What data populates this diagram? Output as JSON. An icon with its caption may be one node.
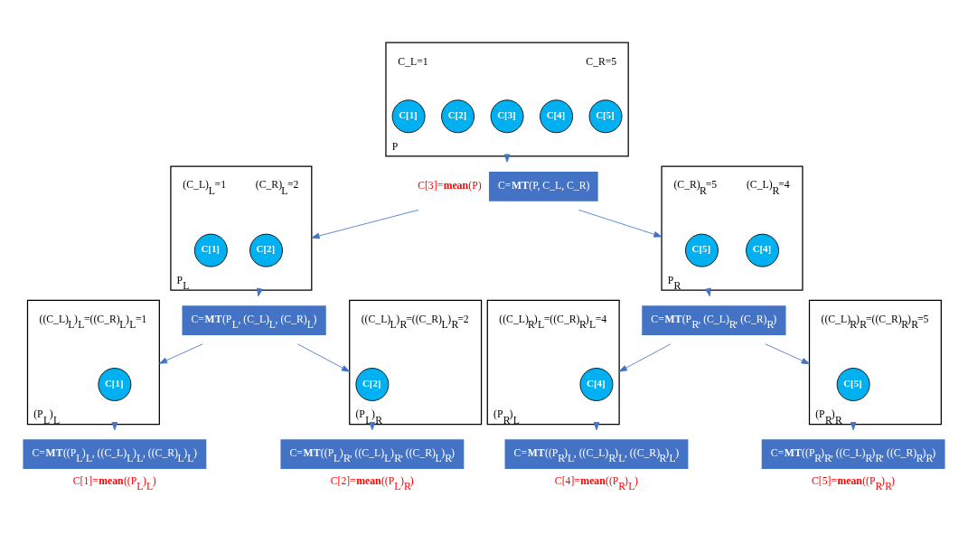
{
  "diagram": {
    "nodes": [
      {
        "text": [
          "P"
        ]
      },
      {
        "text": [
          "C[1]"
        ],
        "in": 0,
        "beside": [
          "C_L=1"
        ]
      },
      {
        "text": [
          "C[2]"
        ],
        "in": 0
      },
      {
        "text": [
          "C[3]"
        ],
        "in": 0
      },
      {
        "text": [
          "C[4]"
        ],
        "in": 0
      },
      {
        "text": [
          "C[5]"
        ],
        "in": 0,
        "beside": [
          "C_R=5"
        ]
      },
      {
        "text": [
          "C=**MT**(P, C_L, C_R)"
        ],
        "beside": [
          "C[3]=**mean**(P)"
        ]
      },
      {
        "text": [
          "P$_{L}$"
        ]
      },
      {
        "text": [
          "C[1]"
        ],
        "in": 7,
        "beside": [
          "(C_L)$_{L}$=1"
        ]
      },
      {
        "text": [
          "C[2]"
        ],
        "in": 7,
        "beside": [
          "(C_R)$_{L}$=2"
        ]
      },
      {
        "text": [
          "P$_{R}$"
        ]
      },
      {
        "text": [
          "C[4]"
        ],
        "in": 10,
        "beside": [
          "(C_L)$_{R}$=4"
        ]
      },
      {
        "text": [
          "C[5]"
        ],
        "in": 10,
        "beside": [
          "(C_R)$_{R}$=5"
        ]
      },
      {
        "text": [
          "C=**MT**(P$_{L}$, (C_L)$_{L}$, (C_R)$_{L}$)"
        ]
      },
      {
        "text": [
          "C=**MT**(P$_{R}$, (C_L)$_{R}$, (C_R)$_{R}$)"
        ]
      },
      {
        "text": [
          "(P$_{L}$)$_{L}$"
        ]
      },
      {
        "text": [
          "C[1]"
        ],
        "in": 15,
        "beside": [
          "((C_L)$_{L}$)$_{L}$=((C_R)$_{L}$)$_{L}$=1"
        ]
      },
      {
        "text": [
          "(P$_{L}$)$_{R}$"
        ]
      },
      {
        "text": [
          "C[2]"
        ],
        "in": 17,
        "beside": [
          "((C_L)$_{L}$)$_{R}$=((C_R)$_{L}$)$_{R}$=2"
        ]
      },
      {
        "text": [
          "(P$_{R}$)$_{L}$"
        ]
      },
      {
        "text": [
          "C[4]"
        ],
        "in": 19,
        "beside": [
          "((C_L)$_{R}$)$_{L}$=((C_R)$_{R}$)$_{L}$=4"
        ]
      },
      {
        "text": [
          "(P$_{R}$)$_{R}$"
        ]
      },
      {
        "text": [
          "C[5]"
        ],
        "in": 21,
        "beside": [
          "((C_L)$_{R}$)$_{R}$=((C_R)$_{R}$)$_{R}$=5"
        ]
      },
      {
        "text": [
          "C=**MT**((P$_{L}$)$_{L}$, ((C_L)$_{L}$)$_{L}$, ((C_R)$_{L}$)$_{L}$)"
        ],
        "beside": [
          "C[1]=**mean**((P$_{L}$)$_{L}$)"
        ]
      },
      {
        "text": [
          "C=**MT**((P$_{L}$)$_{R}$, ((C_L)$_{L}$)$_{R}$, ((C_R)$_{L}$)$_{R}$)"
        ],
        "beside": [
          "C[2]=**mean**((P$_{L}$)$_{R}$)"
        ]
      },
      {
        "text": [
          "C=**MT**((P$_{R}$)$_{L}$, ((C_L)$_{R}$)$_{L}$, ((C_R)$_{R}$)$_{L}$)"
        ],
        "beside": [
          "C[4]=**mean**((P$_{R}$)$_{L}$)"
        ]
      },
      {
        "text": [
          "C=**MT**((P$_{R}$)$_{R}$, ((C_L)$_{R}$)$_{R}$, ((C_R)$_{R}$)$_{R}$)"
        ],
        "beside": [
          "C[5]=**mean**((P$_{R}$)$_{R}$)"
        ]
      }
    ],
    "edges": [
      {
        "from": 0,
        "to": 6,
        "arrow": "to"
      },
      {
        "from": 6,
        "to": 7,
        "arrow": "to"
      },
      {
        "from": 6,
        "to": 10,
        "arrow": "to"
      },
      {
        "from": 7,
        "to": 13,
        "arrow": "to"
      },
      {
        "from": 10,
        "to": 14,
        "arrow": "to"
      },
      {
        "from": 13,
        "to": 15,
        "arrow": "to"
      },
      {
        "from": 13,
        "to": 17,
        "arrow": "to"
      },
      {
        "from": 14,
        "to": 19,
        "arrow": "to"
      },
      {
        "from": 14,
        "to": 21,
        "arrow": "to"
      },
      {
        "from": 15,
        "to": 23,
        "arrow": "to"
      },
      {
        "from": 17,
        "to": 24,
        "arrow": "to"
      },
      {
        "from": 19,
        "to": 25,
        "arrow": "to"
      },
      {
        "from": 21,
        "to": 26,
        "arrow": "to"
      }
    ]
  }
}
